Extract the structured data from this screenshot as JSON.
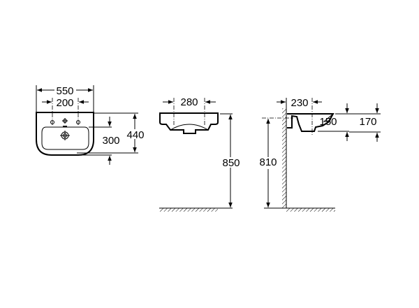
{
  "front_view": {
    "overall_width": "550",
    "tap_spacing": "200",
    "bowl_depth": "300",
    "overall_depth": "440"
  },
  "front_elevation": {
    "tap_spacing": "280",
    "rim_height": "850"
  },
  "side_view": {
    "wall_to_center": "230",
    "fixing_height": "810",
    "bowl_height": "150",
    "overall_height": "170"
  }
}
